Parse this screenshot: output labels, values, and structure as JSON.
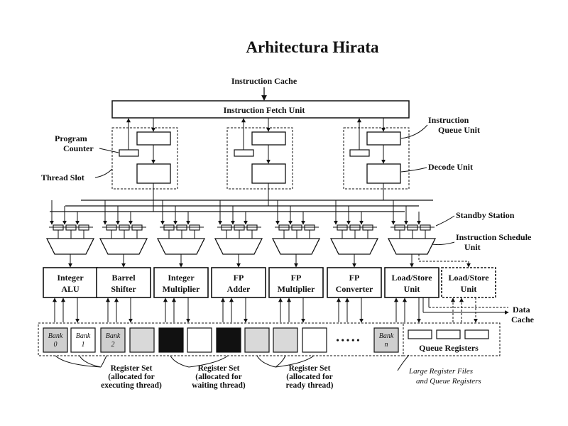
{
  "title": "Arhitectura Hirata",
  "labels": {
    "instruction_cache": "Instruction Cache",
    "instruction_fetch_unit": "Instruction Fetch Unit",
    "program_counter": [
      "Program",
      "Counter"
    ],
    "thread_slot": "Thread Slot",
    "instruction_queue_unit": [
      "Instruction",
      "Queue Unit"
    ],
    "decode_unit": "Decode Unit",
    "standby_station": "Standby Station",
    "instruction_schedule_unit": [
      "Instruction Schedule",
      "Unit"
    ],
    "data_cache": [
      "Data",
      "Cache"
    ],
    "queue_registers": "Queue Registers",
    "large_register_files": [
      "Large Register Files",
      "and Queue Registers"
    ],
    "dots": "• • • • •"
  },
  "functional_units": [
    [
      "Integer",
      "ALU"
    ],
    [
      "Barrel",
      "Shifter"
    ],
    [
      "Integer",
      "Multiplier"
    ],
    [
      "FP",
      "Adder"
    ],
    [
      "FP",
      "Multiplier"
    ],
    [
      "FP",
      "Converter"
    ],
    [
      "Load/Store",
      "Unit"
    ],
    [
      "Load/Store",
      "Unit"
    ]
  ],
  "register_banks": [
    {
      "label": [
        "Bank",
        "0"
      ],
      "fill": "#cfcfcf"
    },
    {
      "label": [
        "Bank",
        "1"
      ],
      "fill": "#ffffff"
    },
    {
      "label": [
        "Bank",
        "2"
      ],
      "fill": "#cfcfcf"
    },
    {
      "label": [
        "",
        ""
      ],
      "fill": "#d9d9d9"
    },
    {
      "label": [
        "",
        ""
      ],
      "fill": "#111111"
    },
    {
      "label": [
        "",
        ""
      ],
      "fill": "#ffffff"
    },
    {
      "label": [
        "",
        ""
      ],
      "fill": "#111111"
    },
    {
      "label": [
        "",
        ""
      ],
      "fill": "#d9d9d9"
    },
    {
      "label": [
        "",
        ""
      ],
      "fill": "#d9d9d9"
    },
    {
      "label": [
        "",
        ""
      ],
      "fill": "#ffffff"
    },
    {
      "label": [
        "Bank",
        "n"
      ],
      "fill": "#cfcfcf"
    }
  ],
  "register_sets": [
    [
      "Register Set",
      "(allocated for",
      "executing thread)"
    ],
    [
      "Register Set",
      "(allocated for",
      "waiting thread)"
    ],
    [
      "Register Set",
      "(allocated for",
      "ready thread)"
    ]
  ]
}
